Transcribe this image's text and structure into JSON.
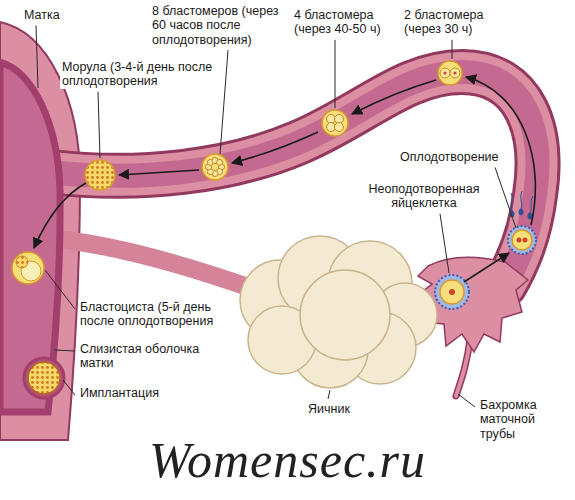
{
  "diagram": {
    "labels": [
      "Матка",
      "8 бластомеров (через 60 часов после оплодотворения)",
      "4 бластомера (через 40-50 ч)",
      "2 бластомера (через 30 ч)",
      "Морула (3-4-й день после оплодотворения",
      "Оплодотворение",
      "Неоподотворенная яйцеклетка",
      "Бластоциста (5-й день после оплодотворения",
      "Слизистая оболочка матки",
      "Имплантация",
      "Яичник",
      "Бахромка маточной трубы",
      "Womensec.ru"
    ]
  }
}
